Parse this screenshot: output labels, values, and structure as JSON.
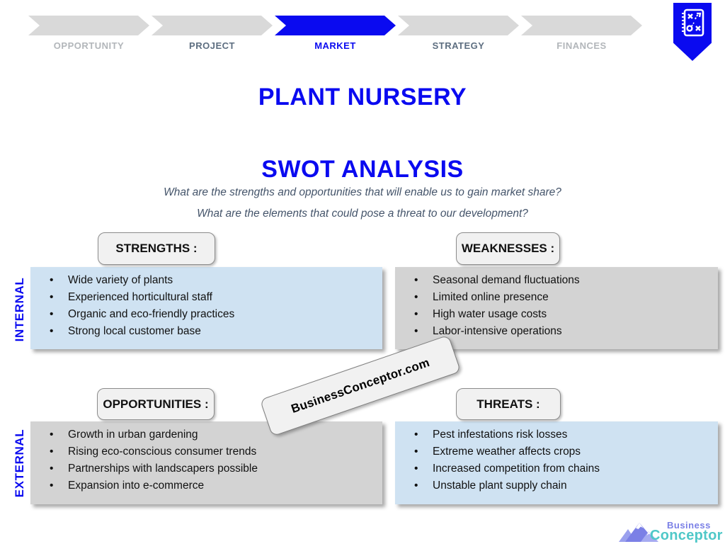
{
  "nav": {
    "steps": [
      {
        "label": "OPPORTUNITY",
        "state": "inactive"
      },
      {
        "label": "PROJECT",
        "state": "visited"
      },
      {
        "label": "MARKET",
        "state": "active"
      },
      {
        "label": "STRATEGY",
        "state": "visited"
      },
      {
        "label": "FINANCES",
        "state": "inactive"
      }
    ],
    "ribbon_icon": "strategy-notebook-icon"
  },
  "titles": {
    "main": "PLANT NURSERY",
    "sub": "SWOT ANALYSIS"
  },
  "questions": {
    "q1": "What are the strengths and opportunities that will enable us to gain market share?",
    "q2": "What are the elements that could pose a threat to our development?"
  },
  "axis_labels": {
    "internal": "INTERNAL",
    "external": "EXTERNAL"
  },
  "quadrants": [
    {
      "header": "STRENGTHS :",
      "tone": "blue",
      "items": [
        "Wide variety of plants",
        "Experienced horticultural staff",
        "Organic and eco-friendly practices",
        "Strong local customer base"
      ]
    },
    {
      "header": "WEAKNESSES :",
      "tone": "gray",
      "items": [
        "Seasonal demand fluctuations",
        "Limited online presence",
        "High water usage costs",
        "Labor-intensive operations"
      ]
    },
    {
      "header": "OPPORTUNITIES :",
      "tone": "gray",
      "items": [
        "Growth in urban gardening",
        "Rising eco-conscious consumer trends",
        "Partnerships with landscapers possible",
        "Expansion into e-commerce"
      ]
    },
    {
      "header": "THREATS :",
      "tone": "blue",
      "items": [
        "Pest infestations risk losses",
        "Extreme weather affects crops",
        "Increased competition from chains",
        "Unstable plant supply chain"
      ]
    }
  ],
  "watermark": "BusinessConceptor.com",
  "footer_logo": {
    "line1": "Business",
    "line2": "Conceptor"
  },
  "colors": {
    "accent_blue": "#0a0af0",
    "chevron_gray": "#d9d9d9",
    "nav_visited": "#5d6e80",
    "nav_inactive": "#b2b6ba",
    "box_blue": "#cfe2f2",
    "box_gray": "#d3d3d3",
    "header_fill": "#f1f1f1",
    "question_text": "#44546a",
    "logo_purple": "#7b80e6",
    "logo_teal": "#4fc8c8"
  }
}
